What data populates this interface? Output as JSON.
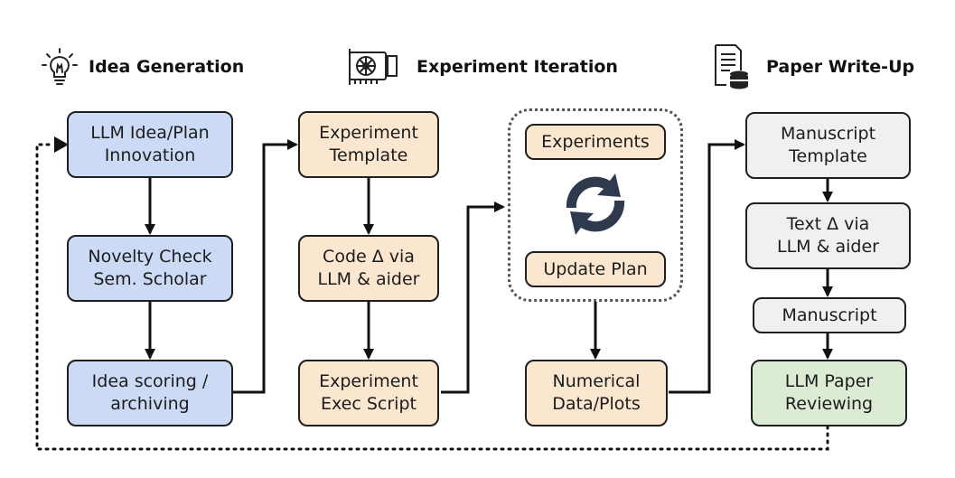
{
  "headers": {
    "idea": "Idea Generation",
    "experiment": "Experiment Iteration",
    "paper": "Paper Write-Up"
  },
  "boxes": {
    "llm_idea": "LLM Idea/Plan\nInnovation",
    "novelty": "Novelty Check\nSem. Scholar",
    "scoring": "Idea scoring /\narchiving",
    "exp_template": "Experiment\nTemplate",
    "code_delta": "Code Δ via\nLLM & aider",
    "exec_script": "Experiment\nExec Script",
    "experiments": "Experiments",
    "update_plan": "Update Plan",
    "numerical": "Numerical\nData/Plots",
    "manuscript_template": "Manuscript\nTemplate",
    "text_delta": "Text Δ via\nLLM & aider",
    "manuscript": "Manuscript",
    "reviewing": "LLM Paper\nReviewing"
  },
  "colors": {
    "idea_boxes": "#cddaf5",
    "experiment_boxes": "#fbe6cf",
    "paper_boxes": "#f0f0f0",
    "review_box": "#dcebd3",
    "loop_icon": "#2f3a4f"
  },
  "icons": {
    "idea": "lightbulb-icon",
    "experiment": "gpu-card-icon",
    "paper": "document-database-icon",
    "loop": "refresh-cycle-icon"
  }
}
